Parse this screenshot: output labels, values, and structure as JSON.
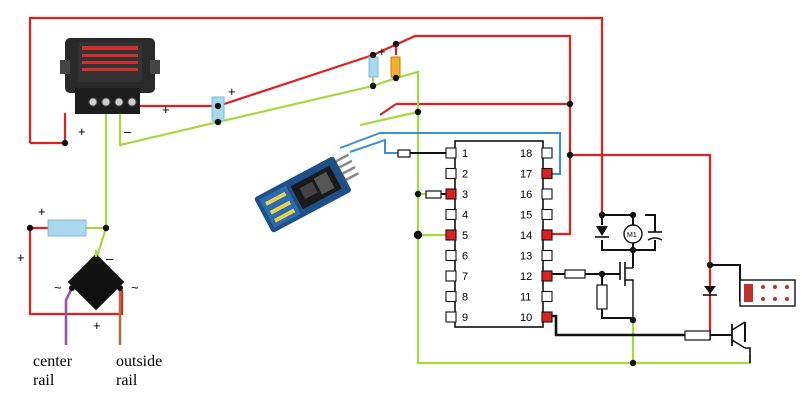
{
  "labels": {
    "center_rail": [
      "center",
      "rail"
    ],
    "outside_rail": [
      "outside",
      "rail"
    ],
    "plus": "+",
    "minus": "–",
    "tilde": "~",
    "motor": "M1"
  },
  "ic": {
    "left_pins": [
      "1",
      "2",
      "3",
      "4",
      "5",
      "6",
      "7",
      "8",
      "9"
    ],
    "right_pins": [
      "18",
      "17",
      "16",
      "15",
      "14",
      "13",
      "12",
      "11",
      "10"
    ],
    "highlight_left": [
      "3",
      "5"
    ],
    "highlight_right": [
      "17",
      "14",
      "12",
      "10"
    ]
  },
  "colors": {
    "power": "#e02020",
    "ground": "#a8d840",
    "signal": "#3b8fd6",
    "control": "#111111",
    "rail_center": "#9b4fb0",
    "rail_outside": "#b07040",
    "resistor": "#a9d8ee",
    "pin_red": "#e02020"
  },
  "components": {
    "regulator": "voltage-regulator-module",
    "bluetooth": "bluetooth-module",
    "bridge": "bridge-rectifier",
    "relay": "relay",
    "motor": "motor"
  }
}
